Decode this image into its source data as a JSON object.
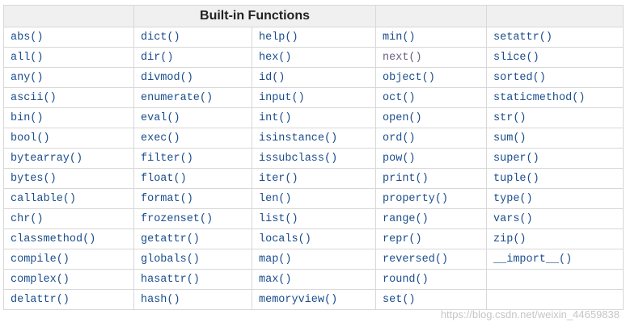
{
  "table": {
    "header": [
      "",
      "Built-in Functions",
      "",
      ""
    ],
    "rows": [
      [
        "abs()",
        "dict()",
        "help()",
        "min()",
        "setattr()"
      ],
      [
        "all()",
        "dir()",
        "hex()",
        "next()",
        "slice()"
      ],
      [
        "any()",
        "divmod()",
        "id()",
        "object()",
        "sorted()"
      ],
      [
        "ascii()",
        "enumerate()",
        "input()",
        "oct()",
        "staticmethod()"
      ],
      [
        "bin()",
        "eval()",
        "int()",
        "open()",
        "str()"
      ],
      [
        "bool()",
        "exec()",
        "isinstance()",
        "ord()",
        "sum()"
      ],
      [
        "bytearray()",
        "filter()",
        "issubclass()",
        "pow()",
        "super()"
      ],
      [
        "bytes()",
        "float()",
        "iter()",
        "print()",
        "tuple()"
      ],
      [
        "callable()",
        "format()",
        "len()",
        "property()",
        "type()"
      ],
      [
        "chr()",
        "frozenset()",
        "list()",
        "range()",
        "vars()"
      ],
      [
        "classmethod()",
        "getattr()",
        "locals()",
        "repr()",
        "zip()"
      ],
      [
        "compile()",
        "globals()",
        "map()",
        "reversed()",
        "__import__()"
      ],
      [
        "complex()",
        "hasattr()",
        "max()",
        "round()",
        ""
      ],
      [
        "delattr()",
        "hash()",
        "memoryview()",
        "set()",
        ""
      ]
    ]
  },
  "watermark": "https://blog.csdn.net/weixin_44659838",
  "colors": {
    "link": "#1a4d8c",
    "header_bg": "#f0f0f0",
    "border": "#d8d8d8"
  }
}
